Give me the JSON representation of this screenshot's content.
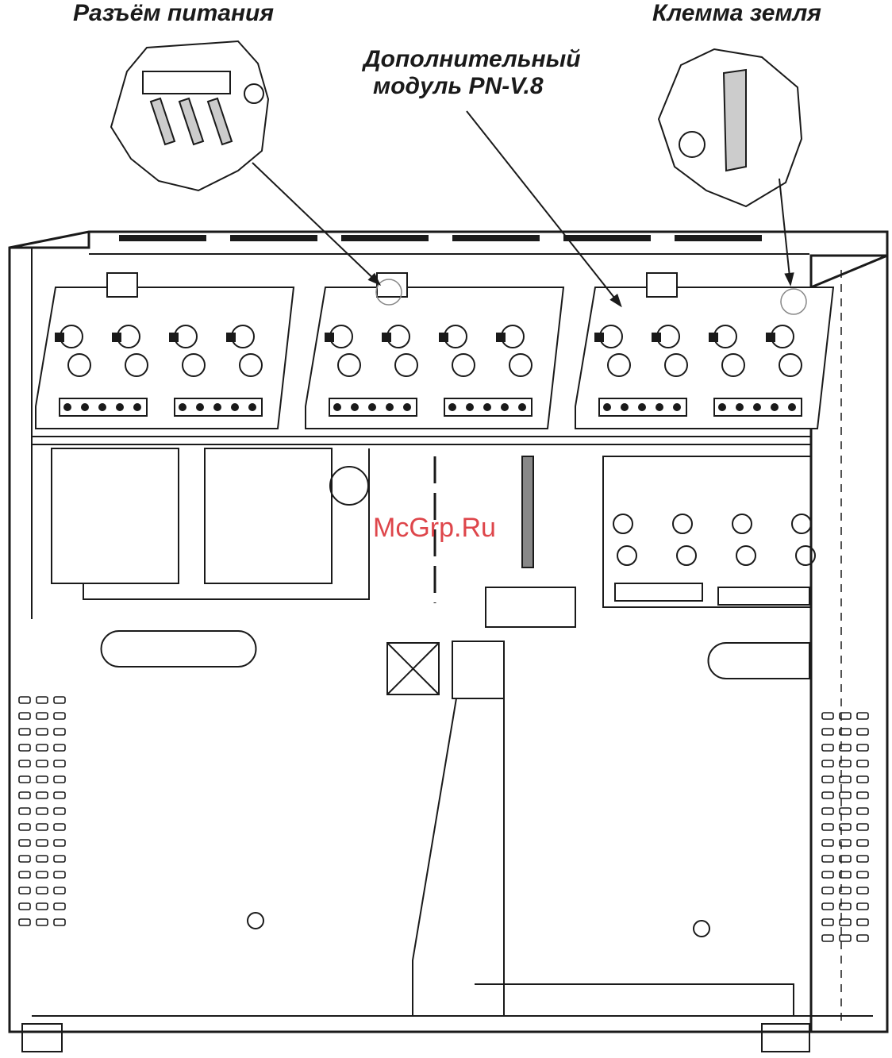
{
  "labels": {
    "power_connector": "Разъём питания",
    "ground_terminal": "Клемма земля",
    "module_line1": "Дополнительный",
    "module_line2": "модуль PN-V.8"
  },
  "watermark": "McGrp.Ru",
  "colors": {
    "line": "#1a1a1a",
    "panel": "#ffffff",
    "shade": "#d8d8d8",
    "watermark": "#d9262c"
  },
  "modules": {
    "count": 3,
    "terminal_blocks_per_module": 2
  },
  "vent_columns": {
    "rows": 15
  }
}
